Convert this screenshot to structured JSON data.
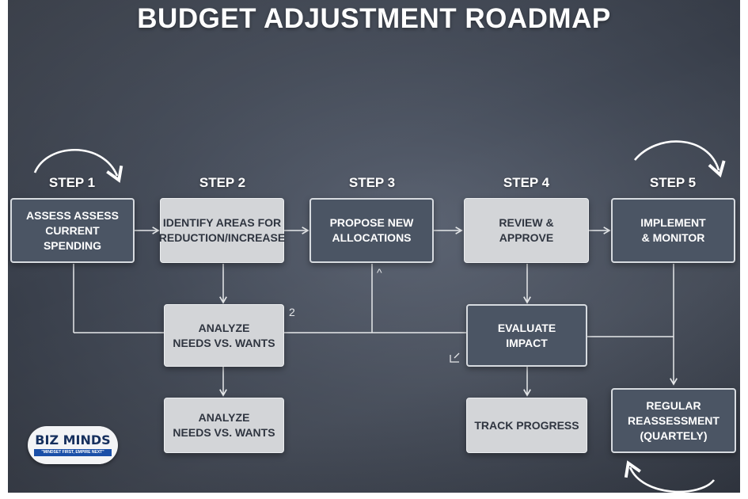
{
  "title": "BUDGET ADJUSTMENT ROADMAP",
  "steps": [
    {
      "label": "STEP 1",
      "text": "ASSESS ASSESS\nCURRENT SPENDING"
    },
    {
      "label": "STEP 2",
      "text": "IDENTIFY AREAS FOR\nREDUCTION/INCREASE"
    },
    {
      "label": "STEP 3",
      "text": "PROPOSE NEW\nALLOCATIONS"
    },
    {
      "label": "STEP 4",
      "text": "REVIEW &\nAPPROVE"
    },
    {
      "label": "STEP 5",
      "text": "IMPLEMENT\n& MONITOR"
    }
  ],
  "sub_boxes": {
    "analyze_1": "ANALYZE\nNEEDS VS. WANTS",
    "analyze_2": "ANALYZE\nNEEDS VS. WANTS",
    "evaluate": "EVALUATE\nIMPACT",
    "track": "TRACK PROGRESS",
    "reassess": "REGULAR\nREASSESSMENT\n(QUARTELY)"
  },
  "markers": {
    "number_2": "2",
    "caret": "^"
  },
  "logo": {
    "name": "BIZ MINDS",
    "tagline": "\"MINDSET FIRST, EMPIRE NEXT\""
  },
  "colors": {
    "background": "#434a57",
    "dark_box": "#4b5564",
    "light_box": "#d3d5d8",
    "connector": "#e6e8ea",
    "logo_blue": "#16305e"
  }
}
